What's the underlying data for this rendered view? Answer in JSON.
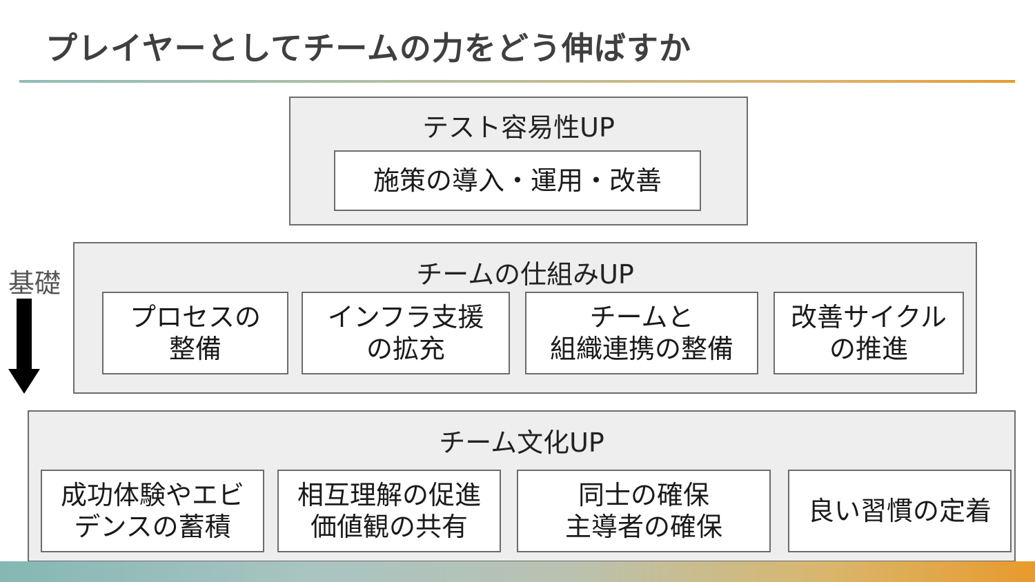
{
  "slide": {
    "title": "プレイヤーとしてチームの力をどう伸ばすか"
  },
  "side": {
    "label": "基礎",
    "arrow_icon": "down-arrow-icon"
  },
  "tiers": {
    "test": {
      "title": "テスト容易性UP",
      "items": [
        {
          "lines": [
            "施策の導入・運用・改善"
          ]
        }
      ]
    },
    "mechanism": {
      "title": "チームの仕組みUP",
      "items": [
        {
          "lines": [
            "プロセスの",
            "整備"
          ]
        },
        {
          "lines": [
            "インフラ支援",
            "の拡充"
          ]
        },
        {
          "lines": [
            "チームと",
            "組織連携の整備"
          ]
        },
        {
          "lines": [
            "改善サイクル",
            "の推進"
          ]
        }
      ]
    },
    "culture": {
      "title": "チーム文化UP",
      "items": [
        {
          "lines": [
            "成功体験やエビ",
            "デンスの蓄積"
          ]
        },
        {
          "lines": [
            "相互理解の促進",
            "価値観の共有"
          ]
        },
        {
          "lines": [
            "同士の確保",
            "主導者の確保"
          ]
        },
        {
          "lines": [
            "良い習慣の定着"
          ]
        }
      ]
    }
  },
  "colors": {
    "tier_fill": "#eeeeee",
    "border": "#6b6b6b",
    "accent_teal": "#8fbdb7",
    "accent_orange": "#e79a2c"
  }
}
